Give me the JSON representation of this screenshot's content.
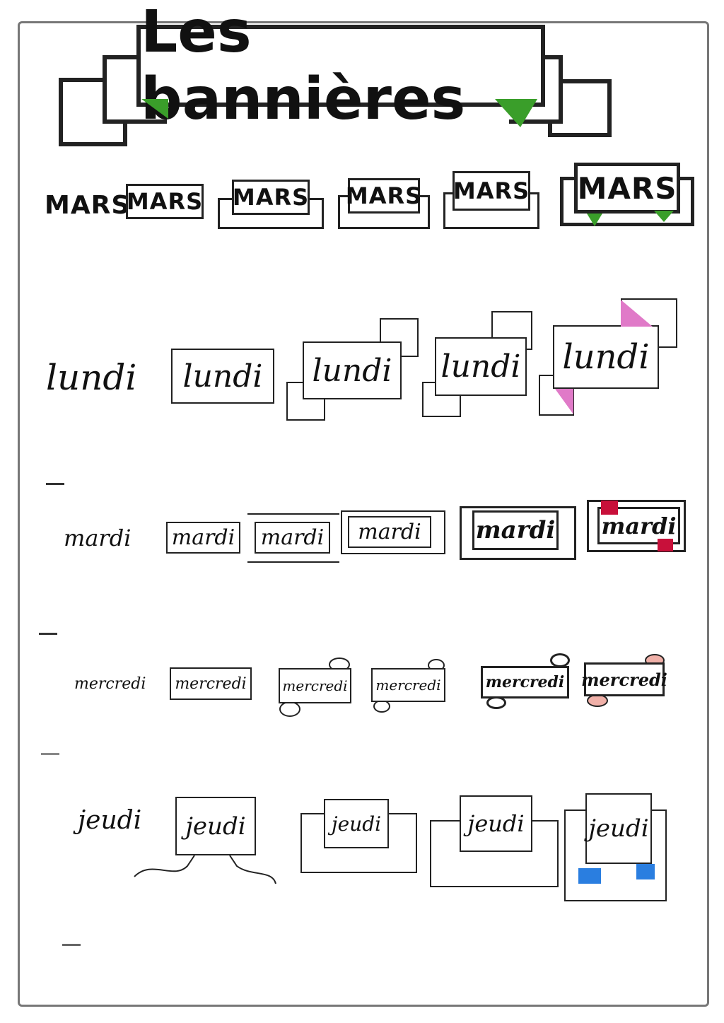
{
  "title": "Les bannières",
  "rows": {
    "mars": [
      "MARS",
      "MARS",
      "MARS",
      "MARS",
      "MARS",
      "MARS"
    ],
    "lundi": [
      "lundi",
      "lundi",
      "lundi",
      "lundi",
      "lundi"
    ],
    "mardi": [
      "mardi",
      "mardi",
      "mardi",
      "mardi",
      "mardi",
      "mardi"
    ],
    "mercredi": [
      "mercredi",
      "mercredi",
      "mercredi",
      "mercredi",
      "mercredi",
      "mercredi"
    ],
    "jeudi": [
      "jeudi",
      "jeudi",
      "jeudi",
      "jeudi",
      "jeudi"
    ]
  },
  "colors": {
    "green": "#3a9e2a",
    "pink": "#e07ac8",
    "red": "#c8103a",
    "salmon": "#f0b0a8",
    "blue": "#2a7ee0"
  }
}
